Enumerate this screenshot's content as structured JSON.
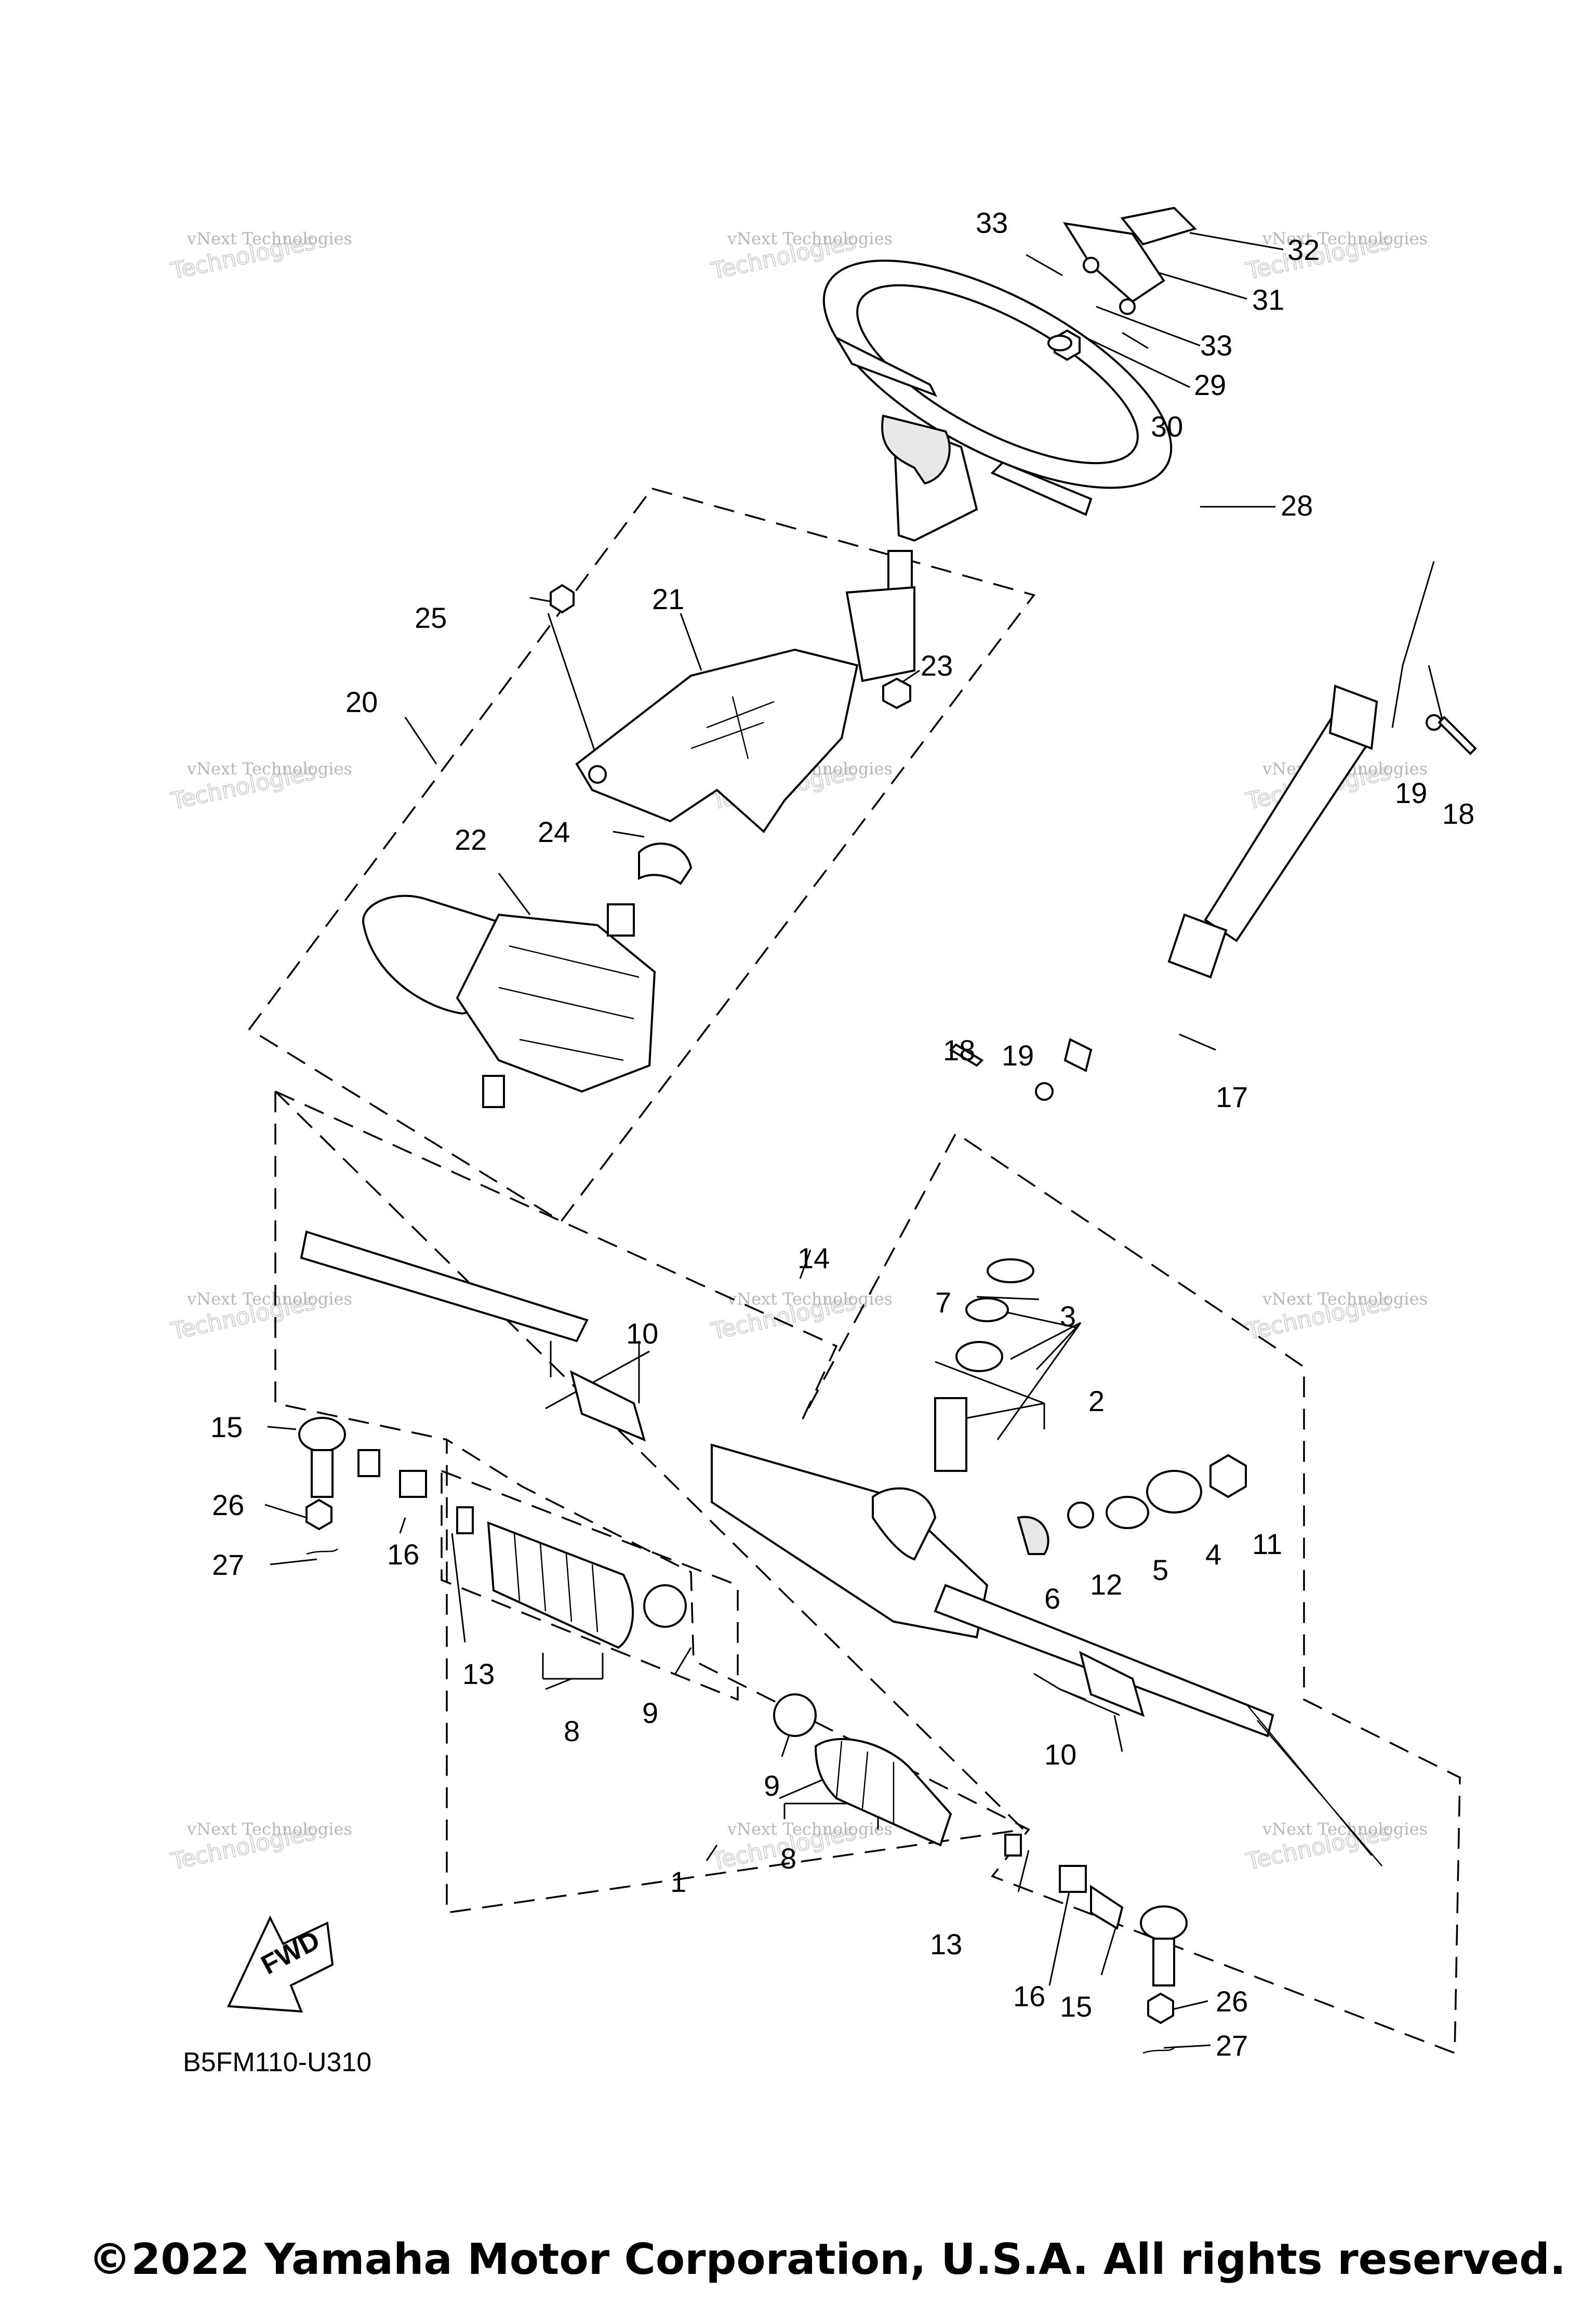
{
  "diagram_code": "B5FM110-U310",
  "fwd_label": "FWD",
  "copyright": "©2022 Yamaha Motor Corporation, U.S.A. All rights reserved.",
  "watermark": {
    "line1": "vNext Technologies",
    "line2": "Technologies",
    "line0": "vNext"
  },
  "callouts": {
    "c1": "1",
    "c2": "2",
    "c3": "3",
    "c4": "4",
    "c5": "5",
    "c6": "6",
    "c7": "7",
    "c8a": "8",
    "c8b": "8",
    "c9a": "9",
    "c9b": "9",
    "c10a": "10",
    "c10b": "10",
    "c11": "11",
    "c12": "12",
    "c13a": "13",
    "c13b": "13",
    "c14": "14",
    "c15a": "15",
    "c15b": "15",
    "c16a": "16",
    "c16b": "16",
    "c17": "17",
    "c18a": "18",
    "c18b": "18",
    "c19a": "19",
    "c19b": "19",
    "c20": "20",
    "c21": "21",
    "c22": "22",
    "c23": "23",
    "c24": "24",
    "c25": "25",
    "c26a": "26",
    "c26b": "26",
    "c27a": "27",
    "c27b": "27",
    "c28": "28",
    "c29": "29",
    "c30": "30",
    "c31": "31",
    "c32": "32",
    "c33a": "33",
    "c33b": "33"
  }
}
